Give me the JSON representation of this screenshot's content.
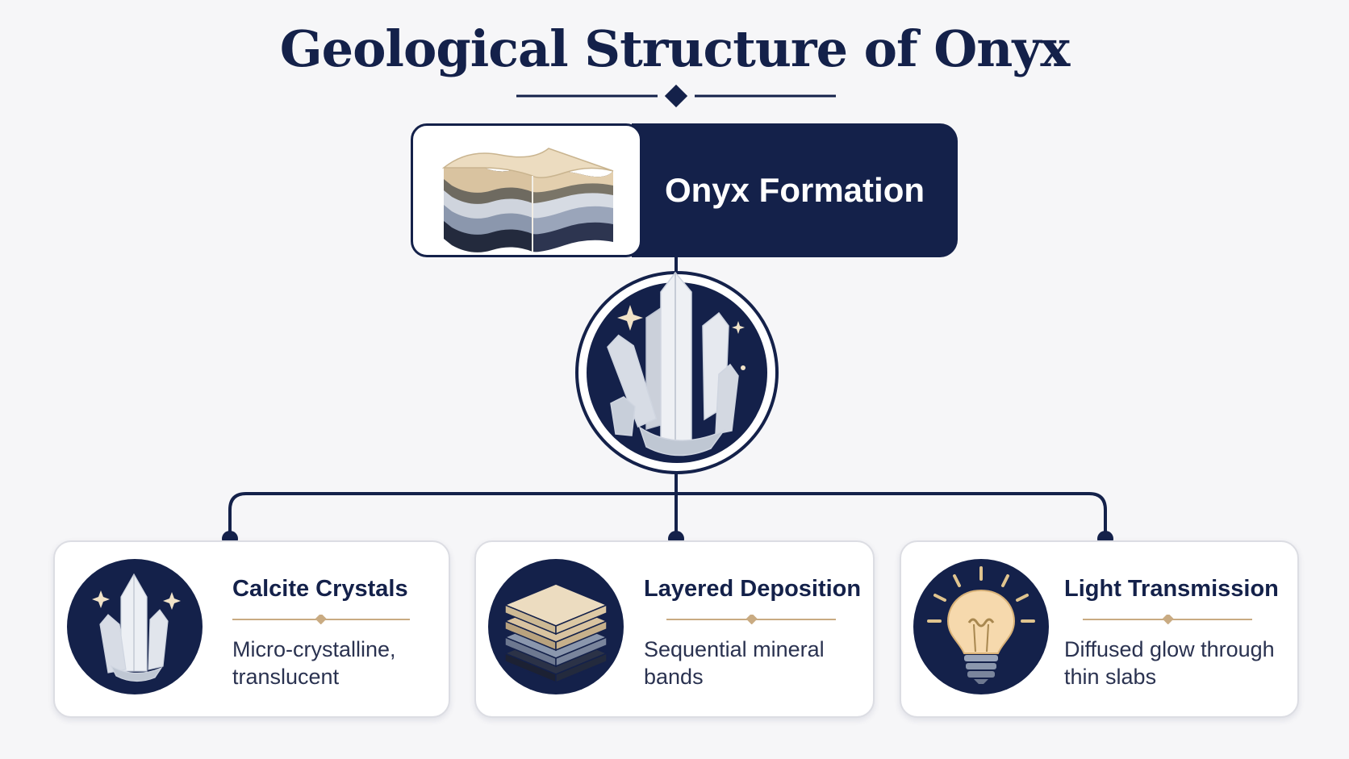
{
  "title": "Geological Structure of Onyx",
  "root": {
    "label": "Onyx Formation",
    "icon": "layered-strata-icon"
  },
  "center": {
    "icon": "crystal-cluster-icon"
  },
  "children": [
    {
      "title": "Calcite Crystals",
      "description": "Micro-crystalline, translucent",
      "desc_line1": "Micro-crystalline,",
      "desc_line2": "translucent",
      "icon": "crystal-icon"
    },
    {
      "title": "Layered Deposition",
      "description": "Sequential mineral bands",
      "desc_line1": "Sequential mineral",
      "desc_line2": "bands",
      "icon": "stacked-layers-icon"
    },
    {
      "title": "Light Transmission",
      "description": "Diffused glow through thin slabs",
      "desc_line1": "Diffused glow through",
      "desc_line2": "thin slabs",
      "icon": "light-bulb-icon"
    }
  ],
  "colors": {
    "navy": "#14214a",
    "gold": "#c9ab82",
    "background": "#f6f6f8"
  }
}
